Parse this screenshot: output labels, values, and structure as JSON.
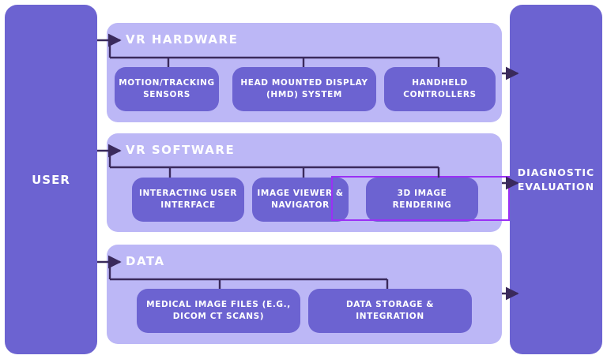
{
  "user": {
    "label": "USER"
  },
  "evaluation": {
    "line1": "DIAGNOSTIC",
    "line2": "EVALUATION"
  },
  "panels": {
    "hardware": {
      "title": "VR HARDWARE",
      "items": [
        "MOTION/TRACKING\nSENSORS",
        "HEAD MOUNTED DISPLAY\n(HMD) SYSTEM",
        "HANDHELD\nCONTROLLERS"
      ]
    },
    "software": {
      "title": "VR SOFTWARE",
      "items": [
        "INTERACTING USER\nINTERFACE",
        "IMAGE VIEWER &\nNAVIGATOR",
        "3D IMAGE\nRENDERING"
      ]
    },
    "data": {
      "title": "DATA",
      "items": [
        "MEDICAL IMAGE FILES (E.G.,\nDICOM CT SCANS)",
        "DATA STORAGE &\nINTEGRATION"
      ]
    }
  },
  "colors": {
    "column": "#6c63d1",
    "panel": "#bcb7f6",
    "connector": "#3a2a5c",
    "highlight": "#9b30f5"
  }
}
